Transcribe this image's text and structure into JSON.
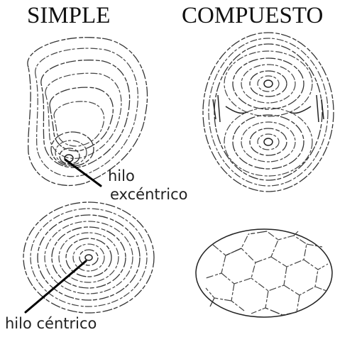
{
  "headers": {
    "simple": "SIMPLE",
    "compound": "COMPUESTO"
  },
  "labels": {
    "hilo_word": "hilo",
    "excentrico": "excéntrico",
    "hilo_centrico": "hilo céntrico"
  }
}
